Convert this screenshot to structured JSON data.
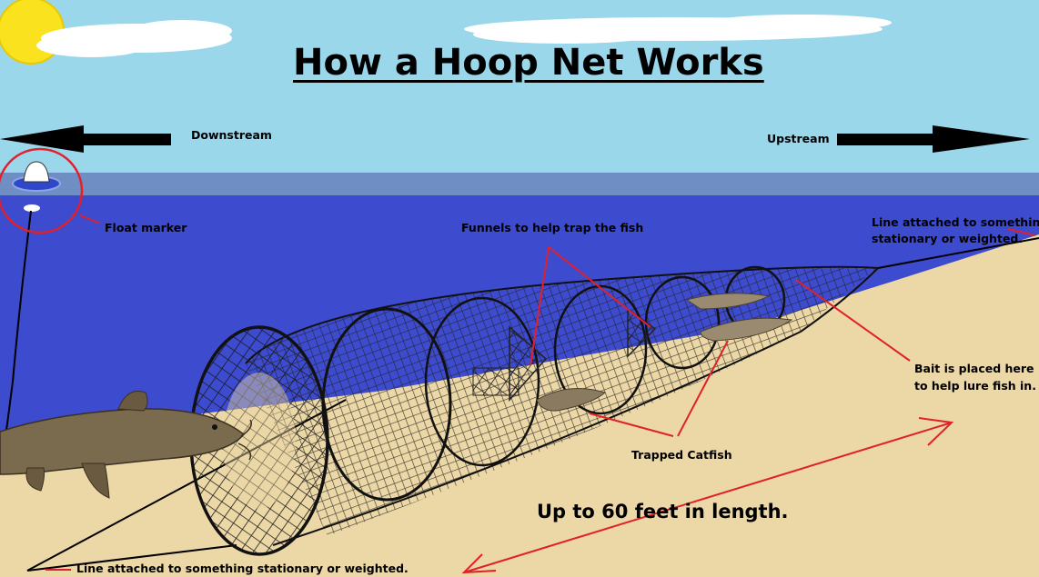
{
  "title": "How a Hoop Net Works",
  "labels": {
    "downstream": "Downstream",
    "upstream": "Upstream",
    "float_marker": "Float marker",
    "funnels": "Funnels to help trap the fish",
    "line_top_1": "Line attached to something",
    "line_top_2": "stationary or weighted.",
    "bait_1": "Bait is placed here",
    "bait_2": "to help lure fish in.",
    "trapped": "Trapped Catfish",
    "length": "Up to 60 feet in length.",
    "line_bottom": "Line attached to something stationary or weighted."
  },
  "colors": {
    "sky": "#9bd7ea",
    "water_surface": "#6f8fc4",
    "water": "#3d4bcf",
    "sand": "#ecd7a6",
    "sun": "#fbe21f",
    "callout_red": "#e0202a"
  }
}
